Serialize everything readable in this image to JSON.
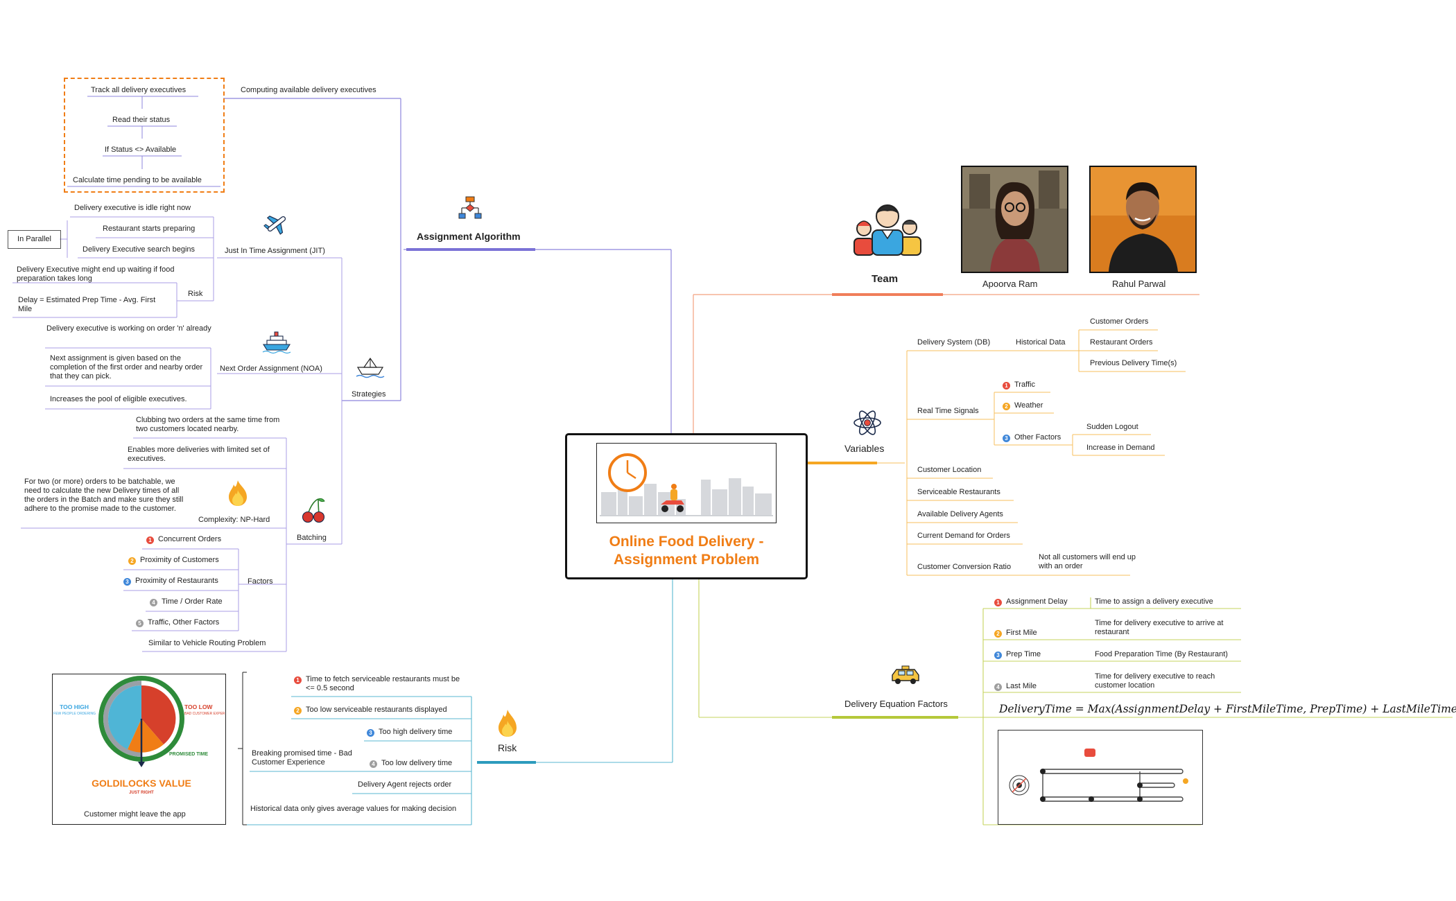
{
  "center": {
    "title_line1": "Online Food Delivery -",
    "title_line2": "Assignment Problem"
  },
  "colors": {
    "accent": "#f07d15",
    "algorithm": "#7b72d6",
    "team": "#f07e5a",
    "variables": "#f5a623",
    "equation": "#b5c83a",
    "risk": "#2c9bbd",
    "strategies": "#a99de6",
    "batching": "#b1a5e8"
  },
  "assignment_algorithm": {
    "title": "Assignment Algorithm",
    "computing": "Computing available delivery executives",
    "steps": [
      "Track all delivery executives",
      "Read their status",
      "If Status <> Available",
      "Calculate time pending to be available"
    ]
  },
  "strategies": {
    "title": "Strategies",
    "jit": {
      "title": "Just In Time Assignment (JIT)",
      "items": [
        "Delivery executive is idle right now",
        "Restaurant starts preparing",
        "Delivery Executive search begins"
      ],
      "in_parallel": "In Parallel",
      "risk_label": "Risk",
      "risks": [
        "Delivery Executive might end up waiting if food preparation takes long",
        "Delay = Estimated Prep Time - Avg. First Mile"
      ]
    },
    "noa": {
      "title": "Next Order Assignment (NOA)",
      "items": [
        "Delivery executive is working on order 'n' already",
        "Next assignment is given based on the completion of the first order and nearby order that they can pick.",
        "Increases the pool of eligible executives."
      ]
    },
    "batching": {
      "title": "Batching",
      "items": [
        "Clubbing two orders at the same time from two customers located nearby.",
        "Enables more deliveries with limited set of executives."
      ],
      "complexity_label": "Complexity: NP-Hard",
      "complexity_text": "For two (or more) orders to be batchable, we need to calculate the new Delivery times of all the orders in the Batch and make sure they still adhere to the promise made to the customer.",
      "factors_label": "Factors",
      "factors": [
        "Concurrent Orders",
        "Proximity of Customers",
        "Proximity of Restaurants",
        "Time / Order Rate",
        "Traffic, Other Factors"
      ],
      "vrp": "Similar to Vehicle Routing Problem"
    }
  },
  "team": {
    "title": "Team",
    "members": [
      "Apoorva Ram",
      "Rahul Parwal"
    ]
  },
  "variables": {
    "title": "Variables",
    "delivery_system": "Delivery System (DB)",
    "historical_data": "Historical Data",
    "historical_items": [
      "Customer Orders",
      "Restaurant Orders",
      "Previous Delivery Time(s)"
    ],
    "real_time": "Real Time Signals",
    "real_time_items": [
      "Traffic",
      "Weather",
      "Other Factors"
    ],
    "other_factor_items": [
      "Sudden Logout",
      "Increase in Demand"
    ],
    "others": [
      "Customer Location",
      "Serviceable Restaurants",
      "Available Delivery Agents",
      "Current Demand for Orders"
    ],
    "conversion": "Customer Conversion Ratio",
    "conversion_note": "Not all customers will end up with an order"
  },
  "equation": {
    "title": "Delivery Equation Factors",
    "factors": [
      {
        "name": "Assignment Delay",
        "desc": "Time to assign a delivery executive"
      },
      {
        "name": "First Mile",
        "desc": "Time for delivery executive to arrive at restaurant"
      },
      {
        "name": "Prep Time",
        "desc": "Food Preparation Time (By Restaurant)"
      },
      {
        "name": "Last Mile",
        "desc": "Time for delivery executive to reach customer location"
      }
    ],
    "formula": "DeliveryTime = Max(AssignmentDelay + FirstMileTime, PrepTime) + LastMileTime"
  },
  "risk": {
    "title": "Risk",
    "items": [
      "Time to fetch serviceable restaurants must be <= 0.5 second",
      "Too low serviceable restaurants displayed",
      "Too high delivery time",
      "Too low delivery time",
      "Delivery Agent rejects order",
      "Historical data only gives average values for making decision"
    ],
    "breaking": "Breaking promised time - Bad Customer Experience",
    "leave": "Customer might leave the app",
    "goldilocks": {
      "too_high": "TOO HIGH",
      "too_high_sub": "VERY FEW PEOPLE ORDERING",
      "too_low": "TOO LOW",
      "too_low_sub": "BAD CUSTOMER EXPERIENCE",
      "promised": "PROMISED TIME",
      "title": "GOLDILOCKS VALUE",
      "sub": "JUST RIGHT"
    }
  }
}
